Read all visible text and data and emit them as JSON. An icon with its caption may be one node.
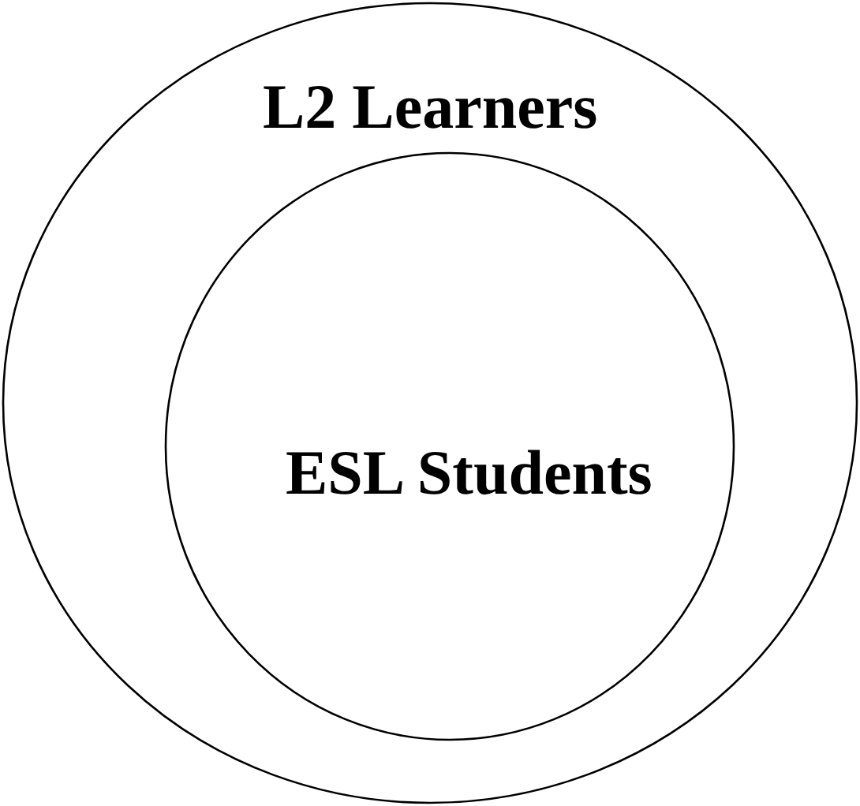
{
  "diagram": {
    "nodes": [
      {
        "text": [
          "L2 Learners"
        ]
      },
      {
        "text": [
          "ESL Students"
        ],
        "in": 0
      }
    ]
  }
}
